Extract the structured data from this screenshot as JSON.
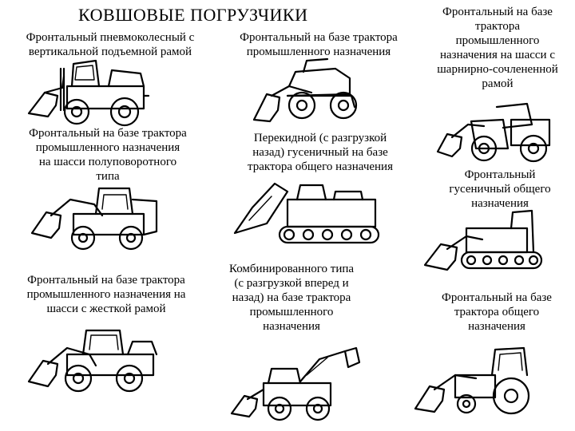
{
  "title": "КОВШОВЫЕ ПОГРУЗЧИКИ",
  "captions": {
    "c1": "Фронтальный пневмоколесный с\nвертикальной подъемной рамой",
    "c2": "Фронтальный на базе трактора\nпромышленного назначения",
    "c3": "Фронтальный на базе\nтрактора\nпромышленного\nназначения на шасси с\nшарнирно-сочлененной\nрамой",
    "c4": "Фронтальный на базе трактора\nпромышленного назначения\nна шасси полуповоротного\nтипа",
    "c5": "Перекидной (с разгрузкой\nназад) гусеничный на базе\nтрактора общего назначения",
    "c6": "Фронтальный\nгусеничный общего\nназначения",
    "c7": "Фронтальный на базе трактора\nпромышленного назначения на\nшасси с жесткой рамой",
    "c8": "Комбинированного типа\n(с разгрузкой вперед и\nназад) на базе трактора\nпромышленного\nназначения",
    "c9": "Фронтальный на базе\nтрактора общего\nназначения"
  },
  "icons": [
    "wheel-loader-vertical-frame",
    "wheel-loader-industrial",
    "articulated-loader",
    "semi-rotary-loader",
    "overhead-crawler-loader",
    "crawler-loader",
    "rigid-frame-loader",
    "combined-loader",
    "tractor-loader"
  ]
}
